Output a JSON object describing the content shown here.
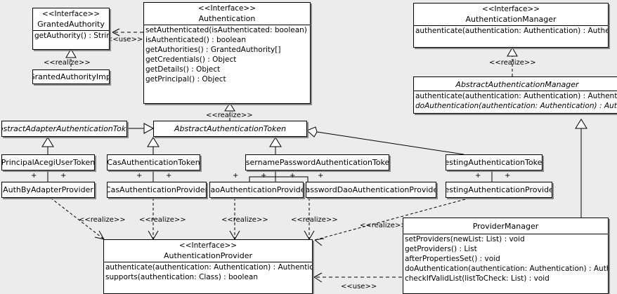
{
  "diagram": {
    "type": "uml-class-diagram",
    "background": "#ececec",
    "line_color": "#000000",
    "box_fill": "#ffffff"
  },
  "classes": {
    "granted_authority": {
      "stereotype": "<<Interface>>",
      "name": "GrantedAuthority",
      "operations": [
        "getAuthority() : String"
      ]
    },
    "granted_authority_impl": {
      "name": "GrantedAuthorityImpl"
    },
    "authentication": {
      "stereotype": "<<Interface>>",
      "name": "Authentication",
      "operations": [
        "setAuthenticated(isAuthenticated: boolean) : void",
        "isAuthenticated() : boolean",
        "getAuthorities() : GrantedAuthority[]",
        "getCredentials() : Object",
        "getDetails() : Object",
        "getPrincipal() : Object"
      ]
    },
    "authentication_manager": {
      "stereotype": "<<Interface>>",
      "name": "AuthenticationManager",
      "operations": [
        "authenticate(authentication: Authentication) : Authentication"
      ]
    },
    "abstract_authentication_manager": {
      "name": "AbstractAuthenticationManager",
      "operations": [
        "authenticate(authentication: Authentication) : Authentication",
        "doAuthentication(authentication: Authentication) : Authentication"
      ]
    },
    "abstract_adapter_authentication_token": {
      "name": "AbstractAdapterAuthenticationToken"
    },
    "abstract_authentication_token": {
      "name": "AbstractAuthenticationToken"
    },
    "principal_acegi_user_token": {
      "name": "PrincipalAcegiUserToken"
    },
    "cas_authentication_token": {
      "name": "CasAuthenticationToken"
    },
    "username_password_authentication_token": {
      "name": "UsernamePasswordAuthenticationToken"
    },
    "testing_authentication_token": {
      "name": "TestingAuthenticationToken"
    },
    "auth_by_adapter_provider": {
      "name": "AuthByAdapterProvider"
    },
    "cas_authentication_provider": {
      "name": "CasAuthenticationProvider"
    },
    "dao_authentication_provider": {
      "name": "DaoAuthenticationProvider"
    },
    "password_dao_authentication_provider": {
      "name": "PasswordDaoAuthenticationProvider"
    },
    "testing_authentication_provider": {
      "name": "TestingAuthenticationProvider"
    },
    "authentication_provider": {
      "stereotype": "<<Interface>>",
      "name": "AuthenticationProvider",
      "operations": [
        "authenticate(authentication: Authentication) : Authentication",
        "supports(authentication: Class) : boolean"
      ]
    },
    "provider_manager": {
      "name": "ProviderManager",
      "operations": [
        "setProviders(newList: List) : void",
        "getProviders() : List",
        "afterPropertiesSet() : void",
        "doAuthentication(authentication: Authentication) : Authentication",
        "checkIfValidList(listToCheck: List) : void"
      ]
    }
  },
  "relationship_labels": {
    "use_authentication_to_granted_authority": "<<use>>",
    "realize_granted_authority_impl": "<<realize>>",
    "realize_abstract_token_to_authentication": "<<realize>>",
    "realize_abstract_manager": "<<realize>>",
    "realize_auth_by_adapter": "<<realize>>",
    "realize_cas_provider": "<<realize>>",
    "realize_dao_provider": "<<realize>>",
    "realize_password_dao_provider": "<<realize>>",
    "realize_testing_provider": "<<realize>>",
    "use_provider_manager": "<<use>>"
  },
  "multiplicities": {
    "plus": "+"
  }
}
